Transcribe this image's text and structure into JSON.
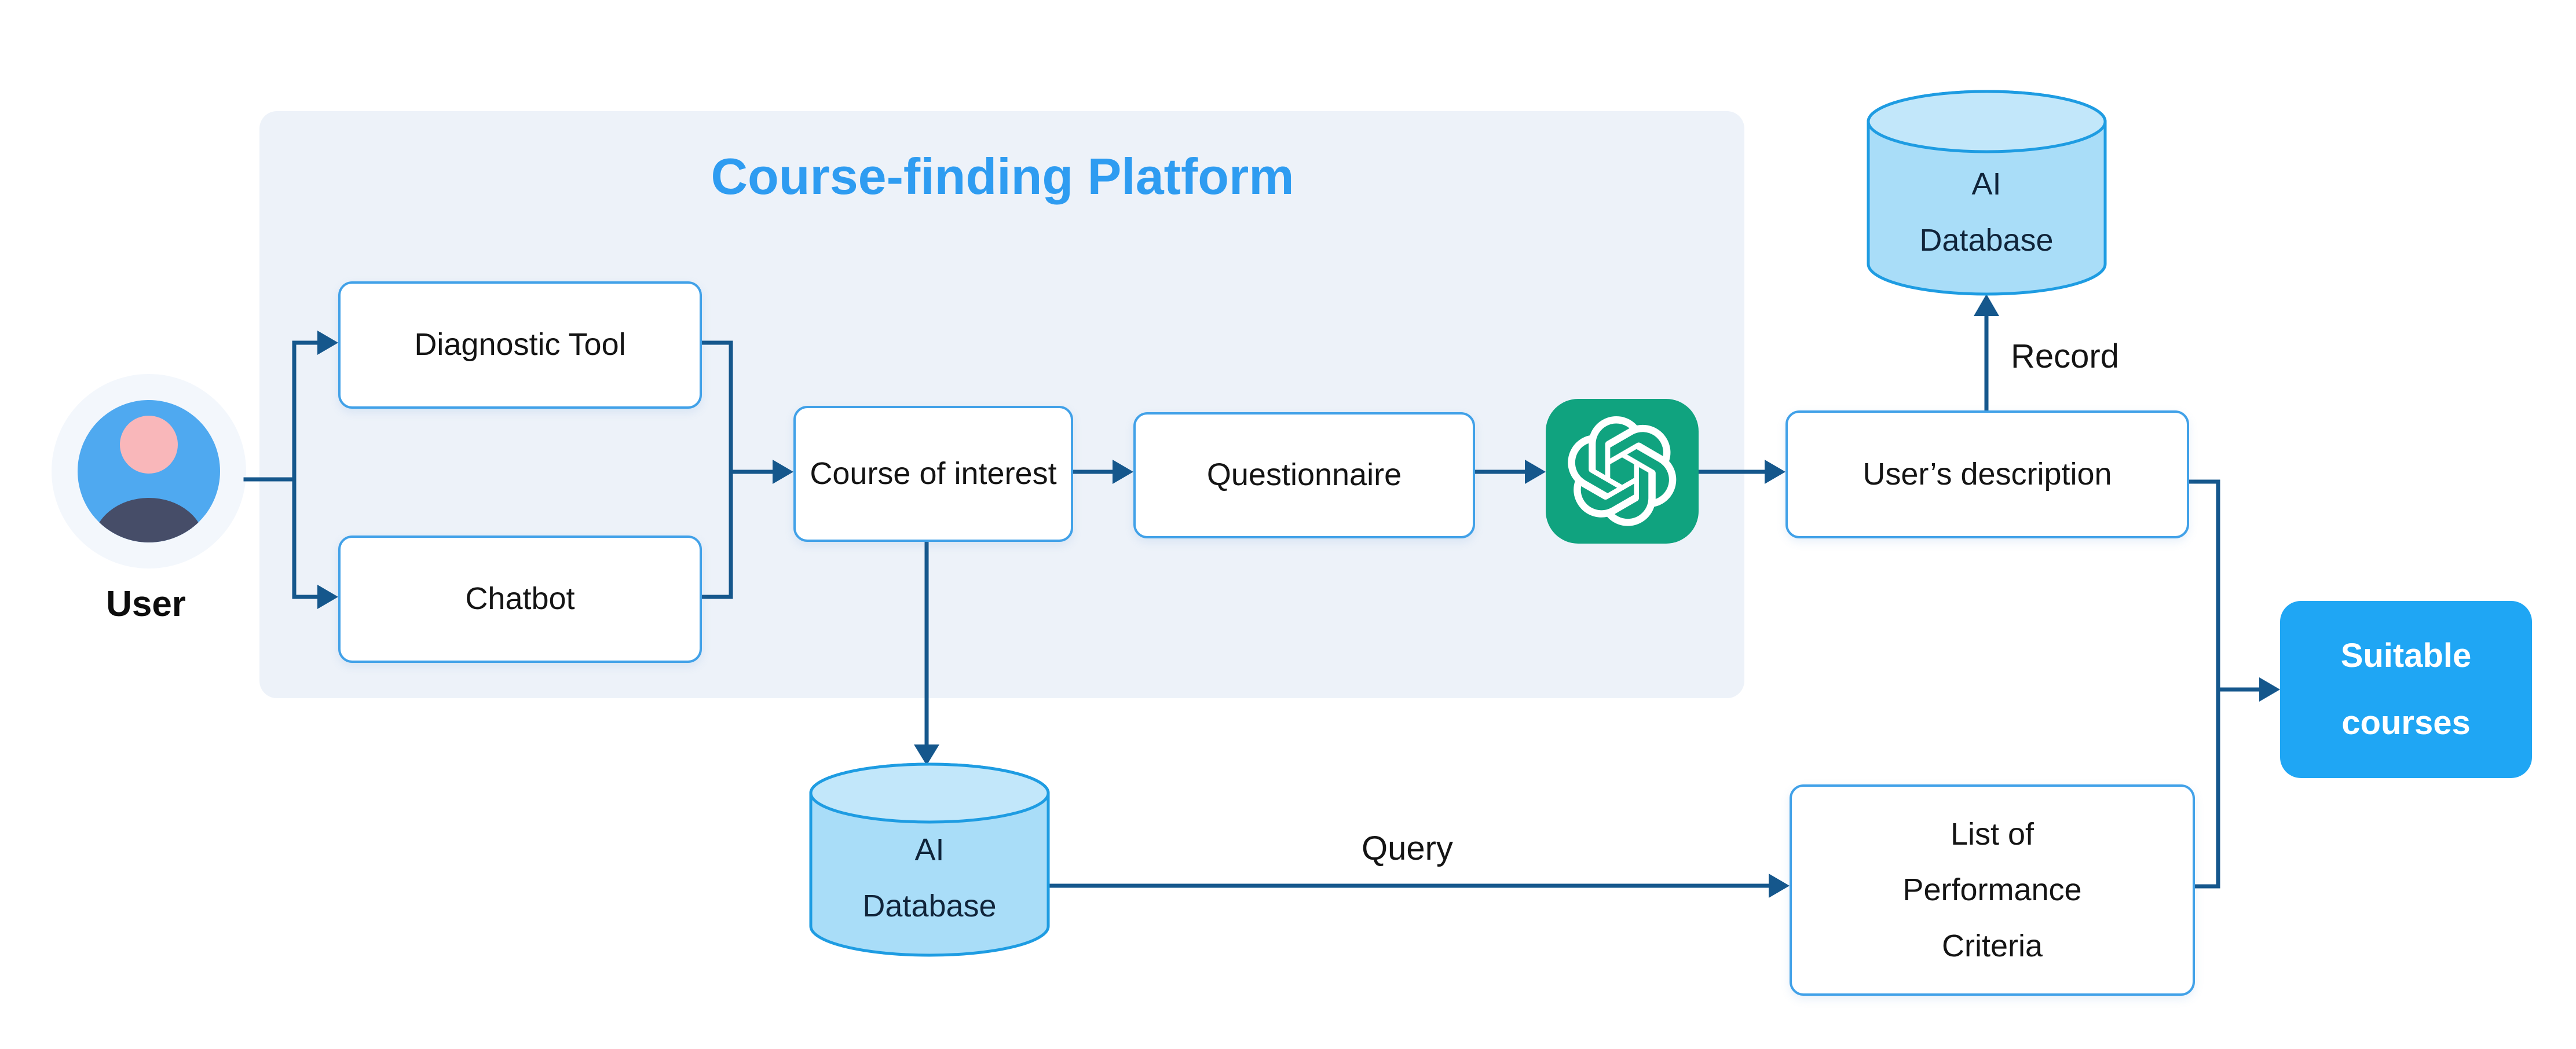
{
  "diagram": {
    "title": "Course-finding Platform",
    "nodes": {
      "user": {
        "label": "User",
        "icon": "user-avatar"
      },
      "diagnostic_tool": {
        "label": "Diagnostic Tool"
      },
      "chatbot": {
        "label": "Chatbot"
      },
      "course_of_interest": {
        "label": "Course of interest"
      },
      "questionnaire": {
        "label": "Questionnaire"
      },
      "openai": {
        "icon": "openai-logo"
      },
      "users_description": {
        "label": "User’s description"
      },
      "ai_database_top": {
        "label": "AI Database",
        "icon": "database-cylinder"
      },
      "ai_database_bottom": {
        "label": "AI Database",
        "icon": "database-cylinder"
      },
      "performance_criteria": {
        "label": "List of Performance Criteria"
      },
      "suitable_courses": {
        "label": "Suitable courses"
      }
    },
    "edge_labels": {
      "record": "Record",
      "query": "Query"
    }
  },
  "colors": {
    "arrow": "#15578C",
    "boxBorder": "#41A1E8",
    "platformBg": "#EDF2F9",
    "titleBlue": "#2E9CF1",
    "cylFill": "#A9DDF8",
    "cylFillTop": "#C2E7FA",
    "cylStroke": "#1E9CE2",
    "suitableBg": "#1FA6F4",
    "openaiGreen": "#10A37F",
    "avatarBlue": "#4FA9F0",
    "avatarHead": "#F9B7BA",
    "avatarBody": "#464D68",
    "avatarHalo": "#F3F7FC",
    "textDark": "#141414"
  }
}
